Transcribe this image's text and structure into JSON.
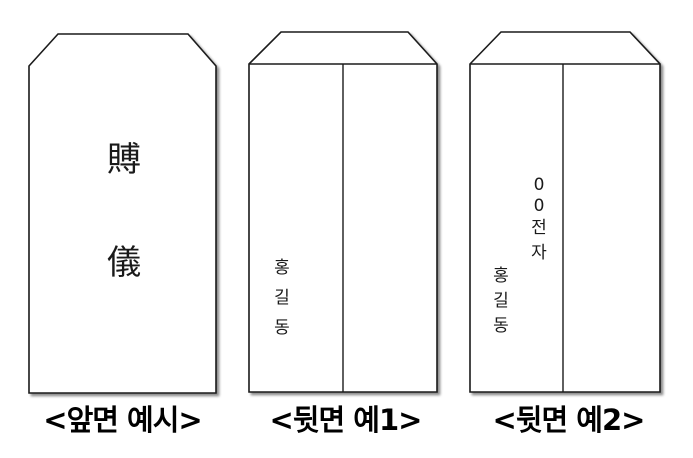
{
  "front": {
    "chars": [
      "賻",
      "儀"
    ],
    "caption": "<앞면 예시>"
  },
  "back1": {
    "name_chars": [
      "홍",
      "길",
      "동"
    ],
    "caption": "<뒷면 예1>"
  },
  "back2": {
    "org_chars": [
      "0",
      "0",
      "전",
      "자"
    ],
    "name_chars": [
      "홍",
      "길",
      "동"
    ],
    "caption": "<뒷면 예2>"
  },
  "colors": {
    "outline": "#1a1a1a",
    "paper": "#ffffff",
    "text": "#000000"
  }
}
